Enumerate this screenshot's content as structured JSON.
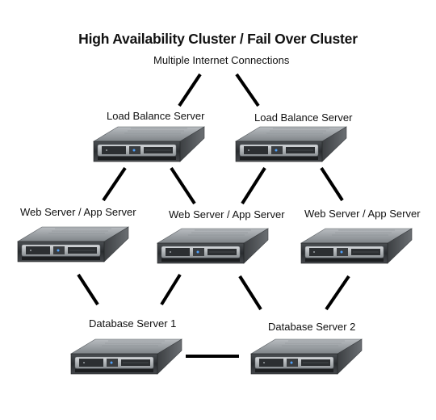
{
  "diagram": {
    "title": "High Availability Cluster / Fail Over Cluster",
    "top_label": "Multiple Internet Connections",
    "load_balancers": [
      {
        "label": "Load Balance Server"
      },
      {
        "label": "Load Balance Server"
      }
    ],
    "web_servers": [
      {
        "label": "Web Server / App Server"
      },
      {
        "label": "Web Server / App Server"
      },
      {
        "label": "Web Server / App Server"
      }
    ],
    "databases": [
      {
        "label": "Database Server 1"
      },
      {
        "label": "Database Server 2"
      }
    ],
    "colors": {
      "line": "#000000",
      "chassis": "#5b5f63",
      "bezel": "#2a2c2e",
      "background": "#ffffff"
    }
  }
}
